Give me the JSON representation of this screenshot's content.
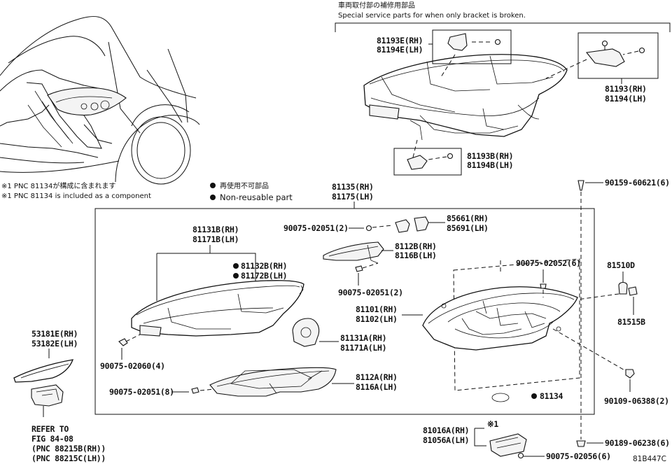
{
  "illustration_id": "81B447C",
  "header": {
    "jp": "車両取付部の補修用部品",
    "en": "Special service parts for when only bracket is broken."
  },
  "notes": {
    "jp1": "※1 PNC 81134が構成に含まれます",
    "en1": "※1 PNC 81134 is included as a component",
    "legend_jp": "再使用不可部品",
    "legend_en": "Non-reusable part"
  },
  "labels": {
    "p81193E": "81193E(RH)",
    "p81194E": "81194E(LH)",
    "p81193": "81193(RH)",
    "p81194": "81194(LH)",
    "p81193B": "81193B(RH)",
    "p81194B": "81194B(LH)",
    "p81135": "81135(RH)",
    "p81175": "81175(LH)",
    "p90159": "90159-60621(6)",
    "p85661": "85661(RH)",
    "p85691": "85691(LH)",
    "p90075_02051_top": "90075-02051(2)",
    "p81131B": "81131B(RH)",
    "p81171B": "81171B(LH)",
    "p8112B": "8112B(RH)",
    "p8116B": "8116B(LH)",
    "p81132B": "81132B(RH)",
    "p81172B": "81172B(LH)",
    "p90075_02051_mid": "90075-02051(2)",
    "p90075_02052": "90075-02052(6)",
    "p81510D": "81510D",
    "p81101": "81101(RH)",
    "p81102": "81102(LH)",
    "p81515B": "81515B",
    "p53181E": "53181E(RH)",
    "p53182E": "53182E(LH)",
    "p81131A": "81131A(RH)",
    "p81171A": "81171A(LH)",
    "p90075_02060": "90075-02060(4)",
    "p8112A": "8112A(RH)",
    "p8116A": "8116A(LH)",
    "p90075_02051_bot": "90075-02051(8)",
    "p90109": "90109-06388(2)",
    "p81134": "81134",
    "p81016A": "81016A(RH)",
    "p81056A": "81056A(LH)",
    "mark1": "※1",
    "p90189": "90189-06238(6)",
    "p90075_02056": "90075-02056(6)",
    "refer1": "REFER TO",
    "refer2": "FIG 84-08",
    "refer3": "(PNC 88215B(RH))",
    "refer4": "(PNC 88215C(LH))"
  }
}
